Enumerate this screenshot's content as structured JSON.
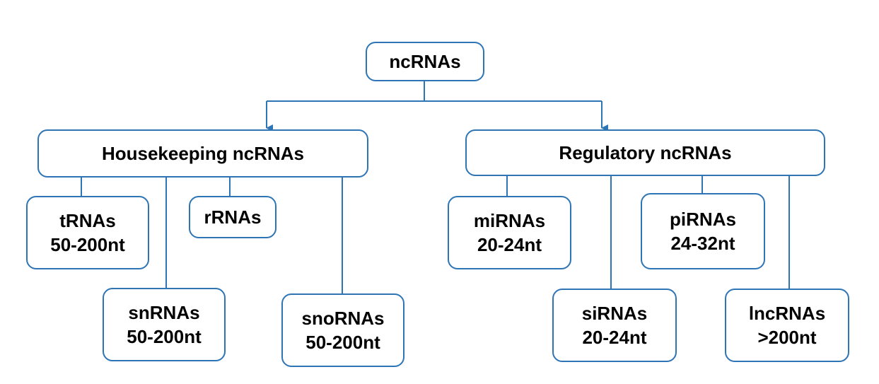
{
  "diagram": {
    "line_color": "#2e75b6",
    "root": {
      "label": "ncRNAs"
    },
    "categories": [
      {
        "label": "Housekeeping ncRNAs",
        "children": [
          {
            "name": "tRNAs",
            "size": "50-200nt"
          },
          {
            "name": "rRNAs",
            "size": ""
          },
          {
            "name": "snRNAs",
            "size": "50-200nt"
          },
          {
            "name": "snoRNAs",
            "size": "50-200nt"
          }
        ]
      },
      {
        "label": "Regulatory ncRNAs",
        "children": [
          {
            "name": "miRNAs",
            "size": "20-24nt"
          },
          {
            "name": "piRNAs",
            "size": "24-32nt"
          },
          {
            "name": "siRNAs",
            "size": "20-24nt"
          },
          {
            "name": "lncRNAs",
            "size": ">200nt"
          }
        ]
      }
    ]
  }
}
